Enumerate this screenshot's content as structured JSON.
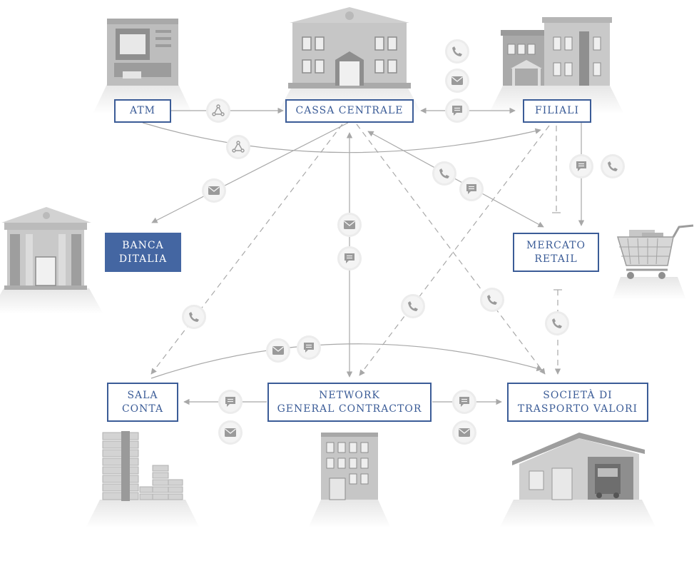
{
  "nodes": {
    "atm": "ATM",
    "cassa_centrale": "CASSA CENTRALE",
    "filiali": "FILIALI",
    "banca_italia": "BANCA\nDITALIA",
    "mercato_retail": "MERCATO\nRETAIL",
    "sala_conta": "SALA\nCONTA",
    "network": "NETWORK\nGENERAL CONTRACTOR",
    "trasporto": "SOCIETÀ DI\nTRASPORTO VALORI"
  },
  "colors": {
    "accent": "#3b5c97",
    "accent_fill": "#4466a2",
    "arrow": "#a8a8a8",
    "icon": "#9a9a9a"
  },
  "icons": [
    "atm-machine",
    "bank-building",
    "branch-building",
    "shopping-cart",
    "money-stacks",
    "office-building",
    "warehouse-truck",
    "phone-icon",
    "mail-icon",
    "message-icon",
    "network-icon"
  ]
}
